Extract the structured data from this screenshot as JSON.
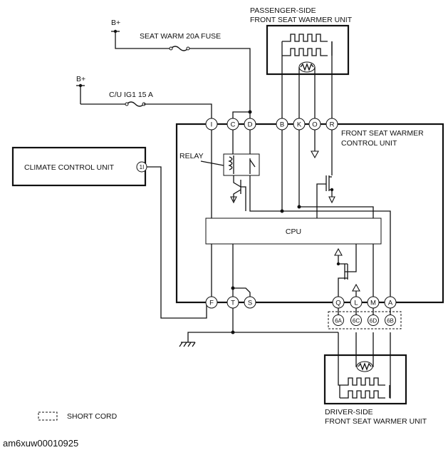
{
  "labels": {
    "bplus_top": "B+",
    "bplus_mid": "B+",
    "seat_warm_fuse": "SEAT WARM 20A FUSE",
    "cu_ig1": "C/U IG1 15 A",
    "passenger_unit_line1": "PASSENGER-SIDE",
    "passenger_unit_line2": "FRONT SEAT WARMER UNIT",
    "control_unit_line1": "FRONT SEAT WARMER",
    "control_unit_line2": "CONTROL UNIT",
    "climate_control_unit": "CLIMATE CONTROL UNIT",
    "relay": "RELAY",
    "cpu": "CPU",
    "driver_unit_line1": "DRIVER-SIDE",
    "driver_unit_line2": "FRONT SEAT WARMER UNIT",
    "short_cord": "SHORT CORD"
  },
  "pins_top": [
    "I",
    "C",
    "D",
    "B",
    "K",
    "O",
    "R"
  ],
  "pins_bottom": [
    "F",
    "T",
    "S",
    "Q",
    "L",
    "M",
    "A"
  ],
  "pins_short": [
    "6A",
    "6C",
    "6D",
    "6B"
  ],
  "climate_pin": "1I",
  "caption": "am6xuw00010925"
}
